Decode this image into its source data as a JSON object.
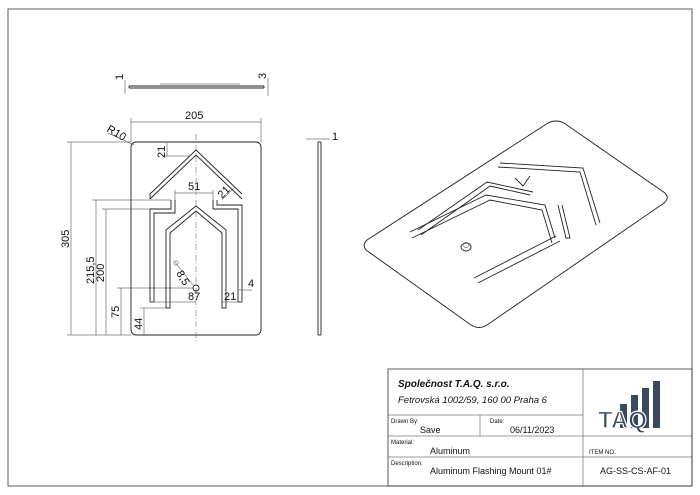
{
  "dimensions": {
    "top_view_thickness": "1",
    "top_view_height": "3",
    "radius": "R10",
    "width": "205",
    "top_offset": "21",
    "inner_width": "51",
    "side_offset": "21",
    "overall_height": "305",
    "height_215": "215,5",
    "height_200": "200",
    "height_75": "75",
    "height_44": "44",
    "hole_diameter": "8,5",
    "hole_x": "87",
    "slot_offset": "21",
    "slot_width": "4",
    "side_view_thickness": "1"
  },
  "title_block": {
    "company": "Společnost T.A.Q. s.r.o.",
    "address": "Fetrovská 1002/59, 160 00 Praha 6",
    "drawn_by_label": "Drawn By:",
    "drawn_by_value": "Save",
    "date_label": "Date:",
    "date_value": "06/11/2023",
    "material_label": "Material:",
    "material_value": "Aluminum",
    "description_label": "Description:",
    "description_value": "Aluminum Flashing  Mount 01#",
    "item_no_label": "ITEM NO.",
    "item_no_value": "AG-SS-CS-AF-01",
    "logo_text": "TAQ"
  }
}
